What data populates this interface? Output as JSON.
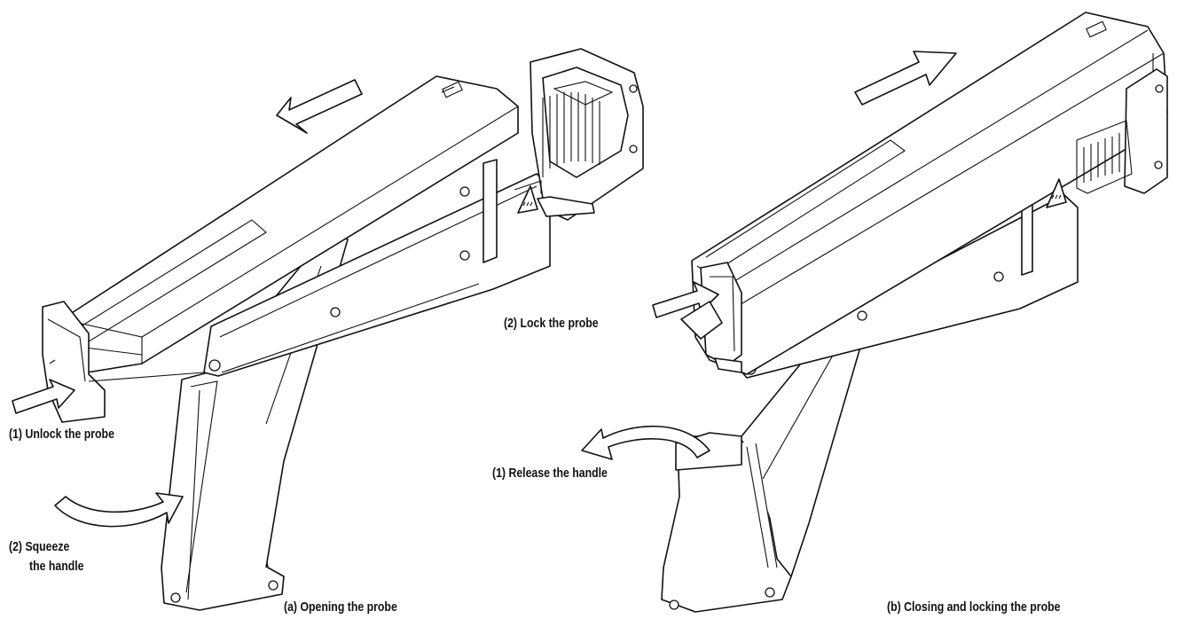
{
  "figure": {
    "panel_a": {
      "caption": "(a) Opening the probe",
      "step1": "(1) Unlock the probe",
      "step2_line1": "(2) Squeeze",
      "step2_line2": "the handle"
    },
    "panel_b": {
      "caption": "(b) Closing and locking the probe",
      "step1": "(1) Release the handle",
      "step2": "(2) Lock the probe"
    }
  },
  "colors": {
    "ink": "#111111",
    "background": "#ffffff"
  },
  "icons": {
    "warning": "hot-surface-warning-icon",
    "arrow": "direction-arrow-icon"
  }
}
